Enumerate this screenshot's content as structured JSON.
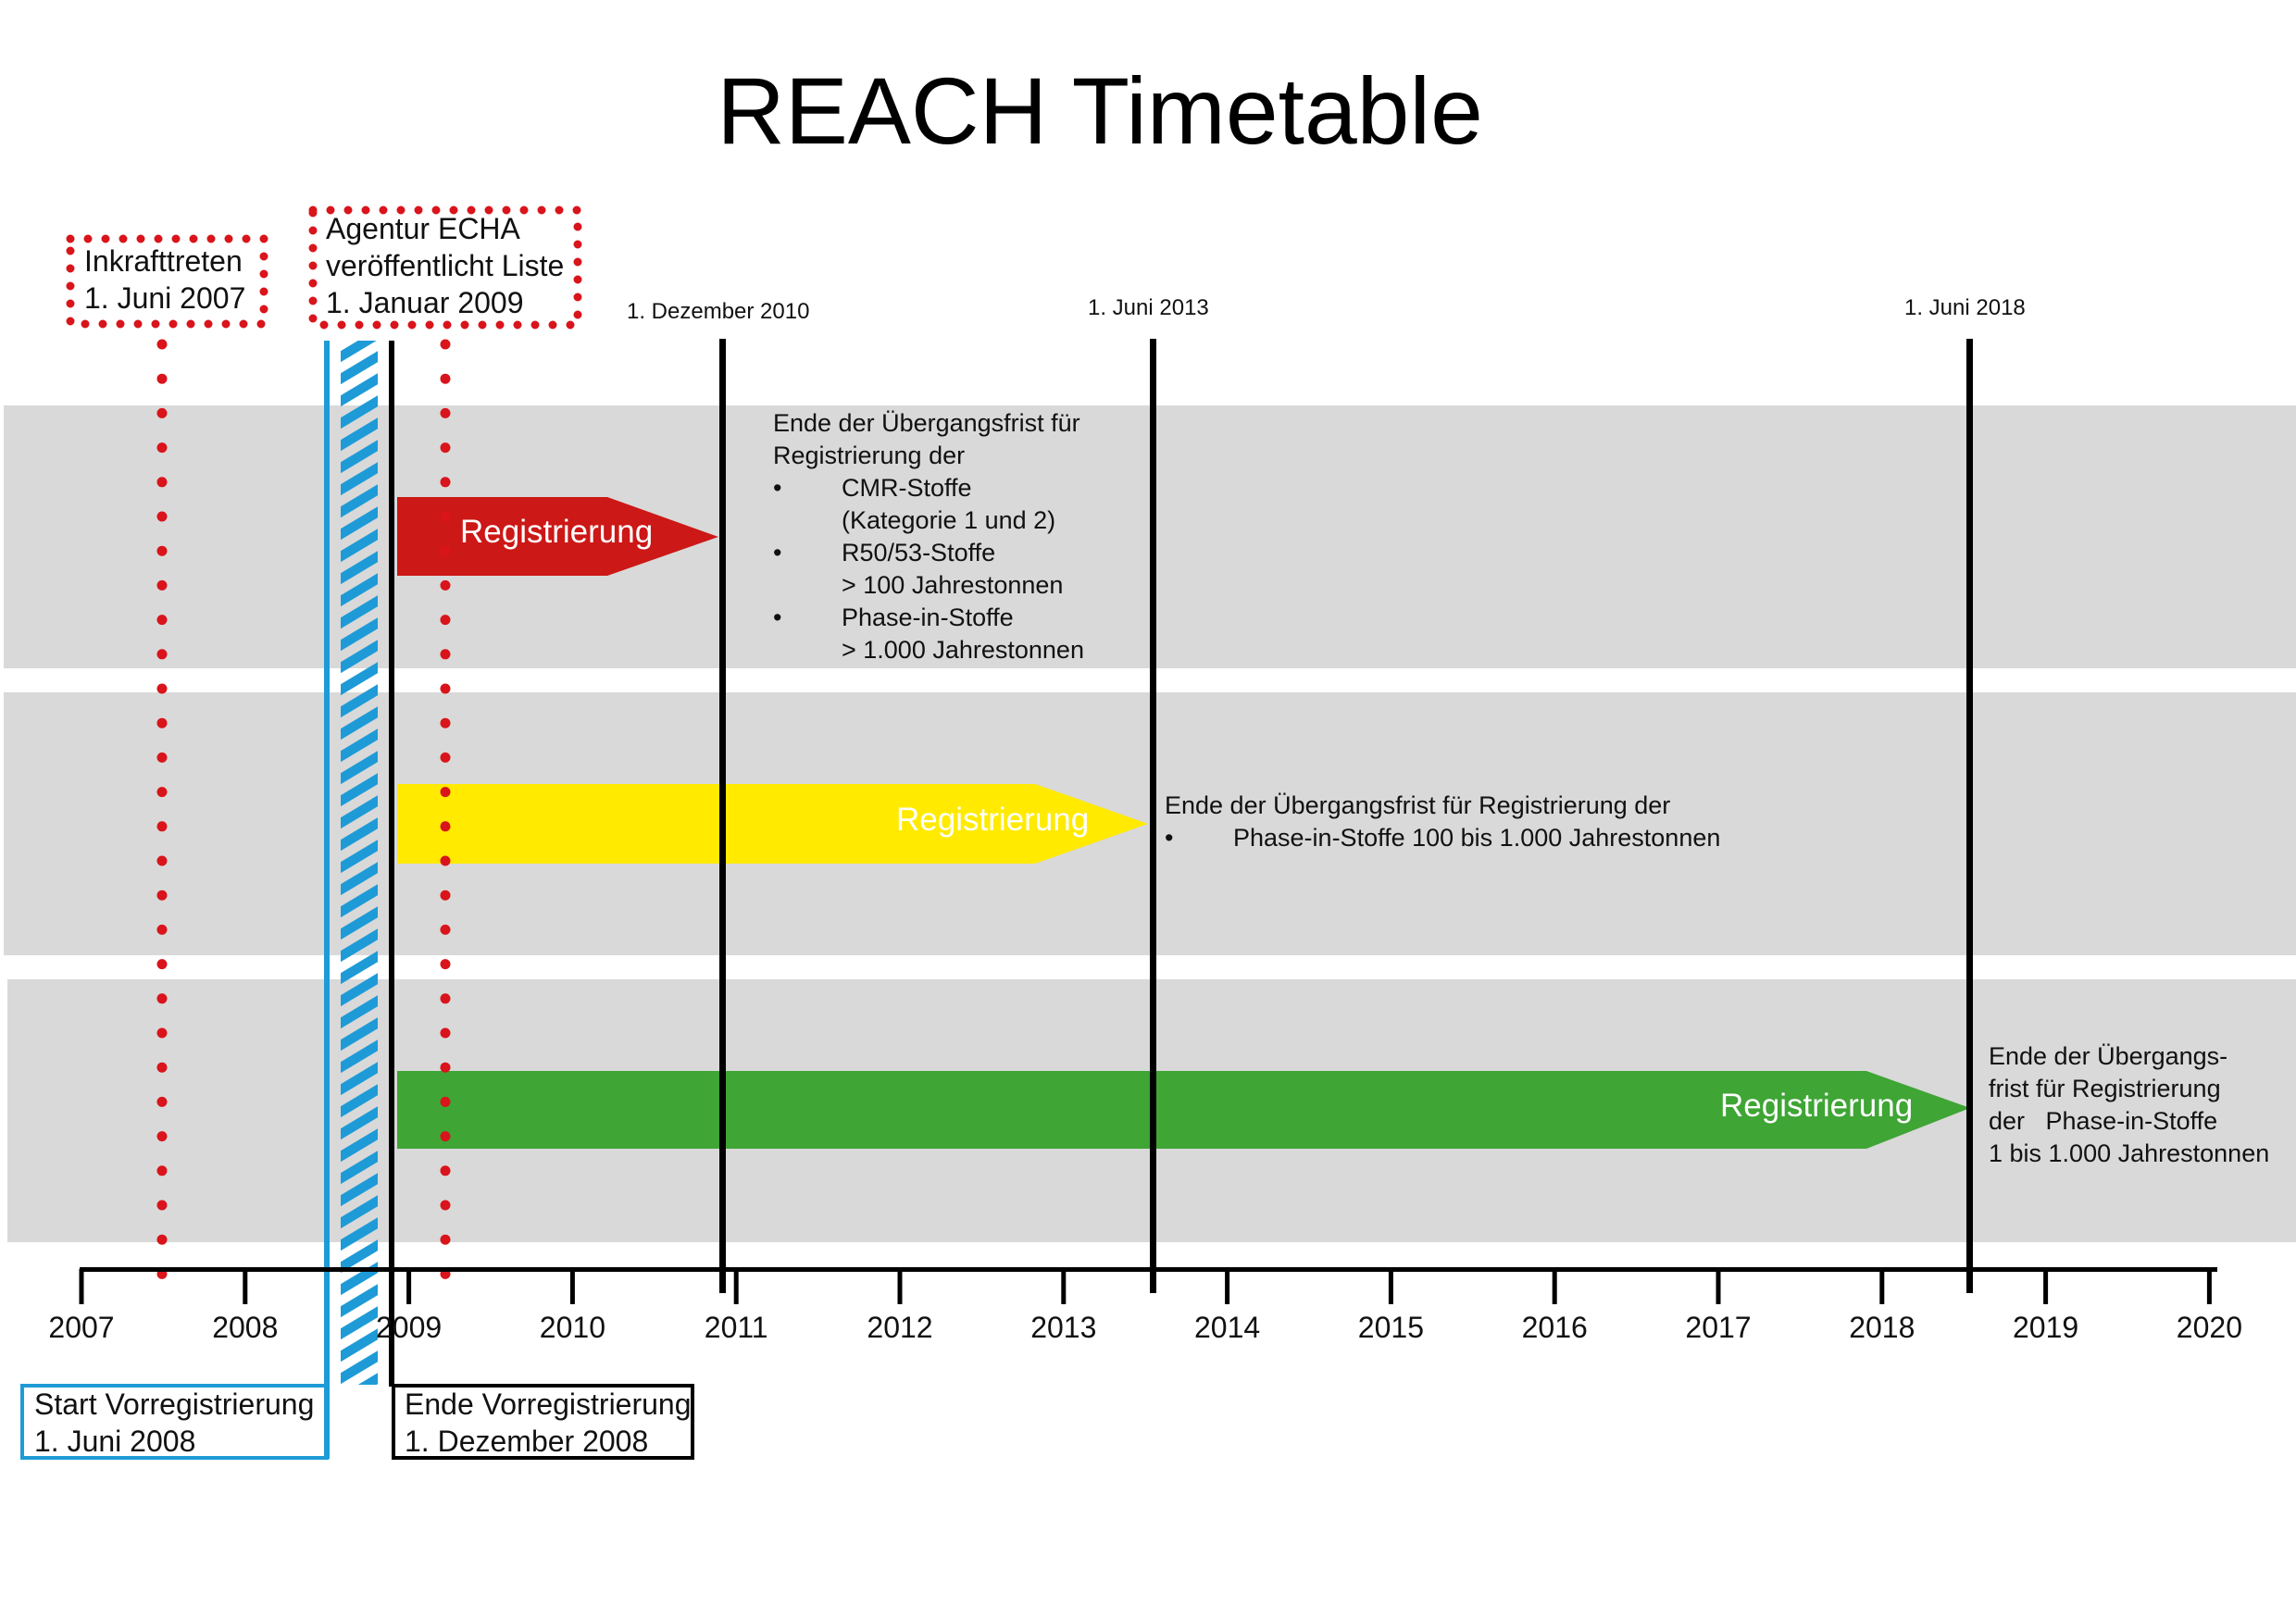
{
  "title": "REACH Timetable",
  "colors": {
    "band": "#d9d9d9",
    "red": "#cc1816",
    "yellow": "#ffea00",
    "green": "#3fa535",
    "blue": "#1e9bd7",
    "dotted_red": "#d9141b",
    "black": "#000000"
  },
  "axis": {
    "years": [
      "2007",
      "2008",
      "2009",
      "2010",
      "2011",
      "2012",
      "2013",
      "2014",
      "2015",
      "2016",
      "2017",
      "2018",
      "2019",
      "2020"
    ]
  },
  "markers": {
    "inkrafttreten": {
      "line1": "Inkrafttreten",
      "line2": "1. Juni 2007"
    },
    "echa": {
      "line1": "Agentur ECHA",
      "line2": "veröffentlicht Liste",
      "line3": "1. Januar 2009"
    },
    "start_vorreg": {
      "line1": "Start Vorregistrierung",
      "line2": "1. Juni 2008"
    },
    "ende_vorreg": {
      "line1": "Ende Vorregistrierung",
      "line2": "1. Dezember 2008"
    },
    "dez2010": "1. Dezember 2010",
    "jun2013": "1. Juni 2013",
    "jun2018": "1. Juni 2018"
  },
  "rows": [
    {
      "arrow_label": "Registrierung",
      "desc_line1": "Ende der Übergangsfrist für",
      "desc_line2": "Registrierung der",
      "bullets": [
        {
          "bullet": "•",
          "line1": "CMR-Stoffe",
          "line2": "(Kategorie 1 und 2)"
        },
        {
          "bullet": "•",
          "line1": "R50/53-Stoffe",
          "line2": "> 100 Jahrestonnen"
        },
        {
          "bullet": "•",
          "line1": "Phase-in-Stoffe",
          "line2": "> 1.000 Jahrestonnen"
        }
      ]
    },
    {
      "arrow_label": "Registrierung",
      "desc_line1": "Ende der Übergangsfrist für Registrierung der",
      "bullet": "•",
      "bullet_text": "Phase-in-Stoffe 100 bis 1.000 Jahrestonnen"
    },
    {
      "arrow_label": "Registrierung",
      "desc_line1": "Ende der Übergangs-",
      "desc_line2": "frist für Registrierung",
      "desc_line3": "der   Phase-in-Stoffe",
      "desc_line4": "1 bis 1.000 Jahrestonnen"
    }
  ]
}
